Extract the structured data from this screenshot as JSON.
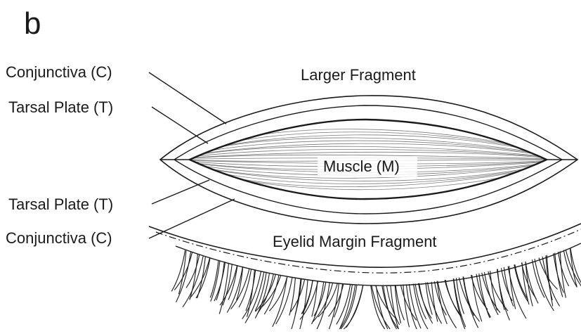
{
  "panel_letter": "b",
  "labels": {
    "conjunctiva_upper": "Conjunctiva (C)",
    "tarsal_upper": "Tarsal Plate (T)",
    "tarsal_lower": "Tarsal Plate (T)",
    "conjunctiva_lower": "Conjunctiva (C)",
    "larger_fragment": "Larger Fragment",
    "muscle": "Muscle (M)",
    "eyelid_margin_fragment": "Eyelid Margin Fragment"
  }
}
